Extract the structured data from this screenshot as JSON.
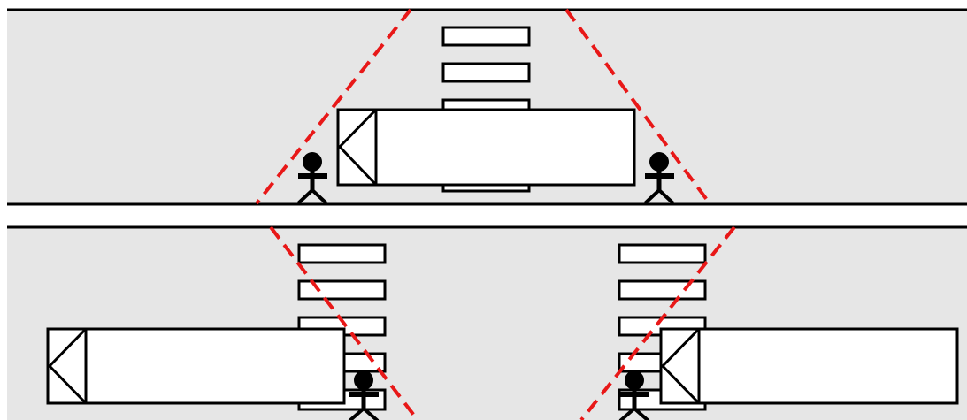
{
  "diagram": {
    "top_caption": "",
    "colors": {
      "road_fill": "#e6e6e6",
      "background": "#ffffff",
      "outline": "#000000",
      "sightline": "#e81818",
      "truck_fill": "#ffffff",
      "crosswalk_fill": "#ffffff",
      "pedestrian": "#000000"
    },
    "panels": [
      {
        "name": "upper-scene",
        "trucks": 1,
        "pedestrians": 2,
        "crosswalks": 1
      },
      {
        "name": "lower-scene",
        "trucks": 2,
        "pedestrians": 2,
        "crosswalks": 2
      }
    ],
    "icons": {
      "pedestrian": "pedestrian-icon",
      "truck": "truck-icon",
      "crosswalk": "crosswalk-icon",
      "sightline": "sightline-dashed"
    }
  }
}
